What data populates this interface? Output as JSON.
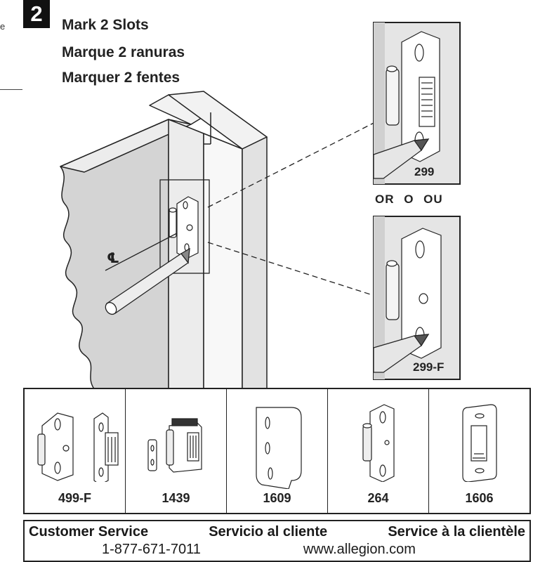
{
  "left_fragment": "e",
  "step": {
    "number": "2",
    "titles": [
      "Mark 2 Slots",
      "Marque 2 ranuras",
      "Marquer 2 fentes"
    ]
  },
  "diagram": {
    "centerline_symbol": "℄",
    "callout_top_label": "299",
    "variants_label": "OR  O  OU",
    "callout_bottom_label": "299-F"
  },
  "products": [
    {
      "model": "499-F",
      "icon": "hinge-499f-icon"
    },
    {
      "model": "1439",
      "icon": "hinge-1439-icon"
    },
    {
      "model": "1609",
      "icon": "strike-plate-1609-icon"
    },
    {
      "model": "264",
      "icon": "hinge-264-icon"
    },
    {
      "model": "1606",
      "icon": "strike-1606-icon"
    }
  ],
  "service": {
    "label_en": "Customer Service",
    "label_es": "Servicio al cliente",
    "label_fr": "Service à la clientèle",
    "phone": "1-877-671-7011",
    "website": "www.allegion.com"
  },
  "colors": {
    "ink": "#1a1a1a",
    "wall_gray": "#d9d9d9",
    "frame_light": "#ececec",
    "part_white": "#ffffff"
  }
}
